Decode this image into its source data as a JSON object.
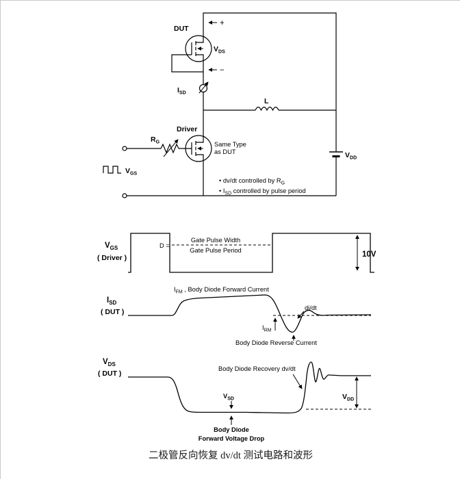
{
  "window": {
    "caption": "二极管反向恢复 dv/dt 测试电路和波形"
  },
  "colors": {
    "ink": "#000000",
    "background": "#ffffff",
    "border": "#c8c8c8"
  },
  "circuit": {
    "plus": "+",
    "minus": "−",
    "dut_label": "DUT",
    "vds": {
      "v": "V",
      "sub": "DS"
    },
    "isd": {
      "i": "I",
      "sub": "SD"
    },
    "inductor_label": "L",
    "driver_label": "Driver",
    "rg": {
      "r": "R",
      "sub": "G"
    },
    "same_type_line1": "Same Type",
    "same_type_line2": "as DUT",
    "vgs": {
      "v": "V",
      "sub": "GS"
    },
    "note1": {
      "pre": "• dv/dt controlled by  R",
      "sub": "G"
    },
    "note2": {
      "pre": "• I",
      "sub": "SD",
      "post": " controlled by pulse period"
    },
    "vdd": {
      "v": "V",
      "sub": "DD"
    }
  },
  "vgs_wave": {
    "label": {
      "v": "V",
      "sub": "GS",
      "line2": "( Driver )"
    },
    "duty": {
      "prefix": "D =",
      "numerator": "Gate Pulse Width",
      "denominator": "Gate Pulse Period"
    },
    "amplitude": "10V"
  },
  "isd_wave": {
    "label": {
      "i": "I",
      "sub": "SD",
      "line2": "( DUT )"
    },
    "ifm": {
      "i": "I",
      "sub": "FM",
      "text": " , Body Diode Forward Current"
    },
    "didt": "di/dt",
    "irm": {
      "i": "I",
      "sub": "RM"
    },
    "reverse_current": "Body Diode Reverse Current"
  },
  "vds_wave": {
    "label": {
      "v": "V",
      "sub": "DS",
      "line2": "( DUT )"
    },
    "recovery": "Body Diode Recovery dv/dt",
    "vsd": {
      "v": "V",
      "sub": "SD"
    },
    "vdd": {
      "v": "V",
      "sub": "DD"
    },
    "fwd_drop_line1": "Body Diode",
    "fwd_drop_line2": "Forward Voltage Drop"
  }
}
